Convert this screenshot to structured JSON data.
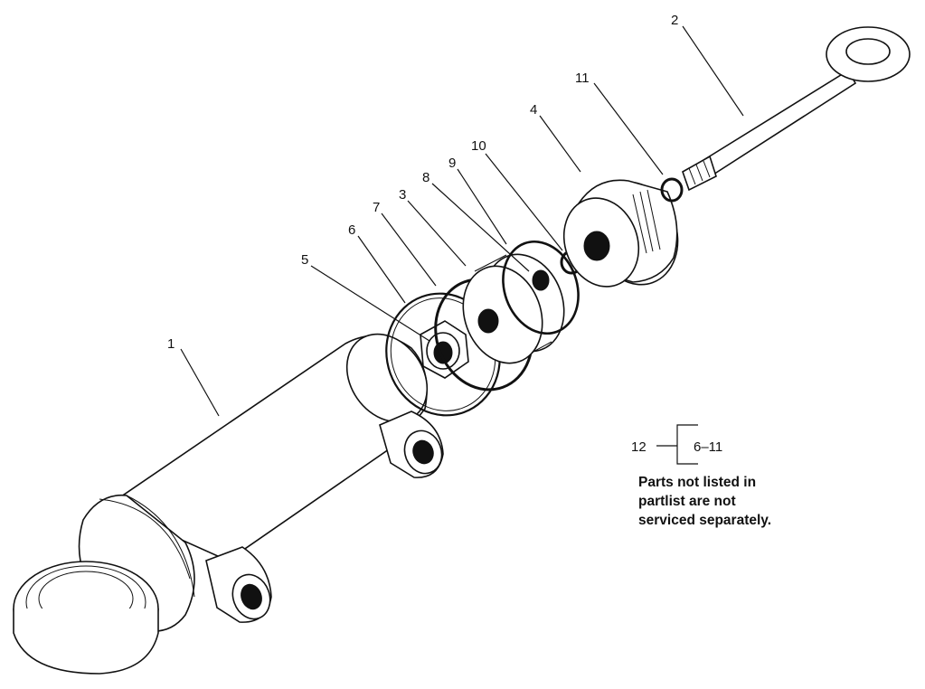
{
  "callouts": [
    "1",
    "2",
    "3",
    "4",
    "5",
    "6",
    "7",
    "8",
    "9",
    "10",
    "11"
  ],
  "kit": {
    "number": "12",
    "range": "6–11"
  },
  "note": [
    "Parts not listed in",
    "partlist are not",
    "serviced separately."
  ]
}
